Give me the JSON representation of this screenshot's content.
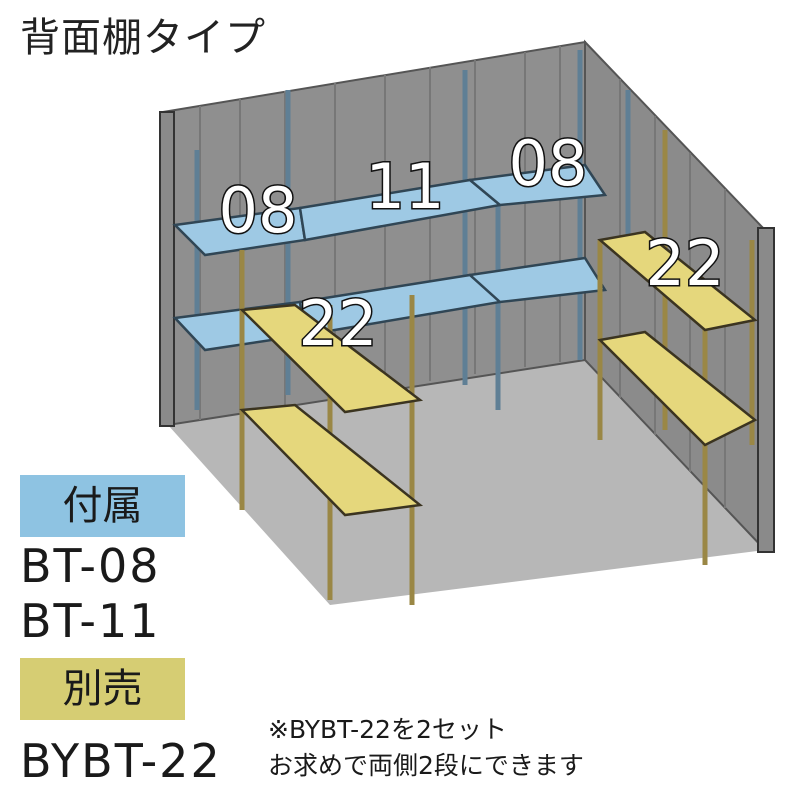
{
  "title": "背面棚タイプ",
  "shelf_labels": {
    "back_top_left": "08",
    "back_top_center": "11",
    "back_top_right": "08",
    "front_left": "22",
    "right_side": "22"
  },
  "legend": {
    "included": {
      "label": "付属",
      "items": [
        "BT-08",
        "BT-11"
      ],
      "color": "#8ec3e2"
    },
    "optional": {
      "label": "別売",
      "items": [
        "BYBT-22"
      ],
      "color": "#d6cd73"
    }
  },
  "note": {
    "line1": "※BYBT-22を2セット",
    "line2": "お求めで両側2段にできます"
  },
  "colors": {
    "wall": "#8e8e8e",
    "floor": "#b7b7b7",
    "included_shelf": "#9ec9e4",
    "optional_shelf": "#e5d77c",
    "included_post": "#5f7f95",
    "optional_post": "#9a8745"
  }
}
